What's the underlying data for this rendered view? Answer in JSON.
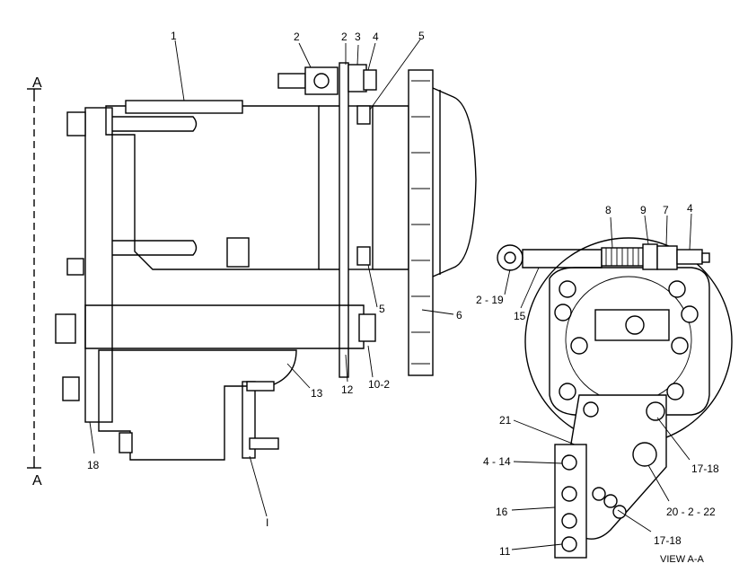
{
  "section_marks": {
    "top": "A",
    "bottom": "A"
  },
  "view_label": "VIEW  A-A",
  "callouts": [
    {
      "id": "c1",
      "text": "1"
    },
    {
      "id": "c2a",
      "text": "2"
    },
    {
      "id": "c2b",
      "text": "2"
    },
    {
      "id": "c3",
      "text": "3"
    },
    {
      "id": "c4a",
      "text": "4"
    },
    {
      "id": "c5a",
      "text": "5"
    },
    {
      "id": "c5b",
      "text": "5"
    },
    {
      "id": "c6",
      "text": "6"
    },
    {
      "id": "c10",
      "text": "10-2"
    },
    {
      "id": "c12",
      "text": "12"
    },
    {
      "id": "c13",
      "text": "13"
    },
    {
      "id": "c18",
      "text": "18"
    },
    {
      "id": "cI",
      "text": "I"
    },
    {
      "id": "c8",
      "text": "8"
    },
    {
      "id": "c9",
      "text": "9"
    },
    {
      "id": "c7",
      "text": "7"
    },
    {
      "id": "c4b",
      "text": "4"
    },
    {
      "id": "c219",
      "text": "2 - 19"
    },
    {
      "id": "c15",
      "text": "15"
    },
    {
      "id": "c21",
      "text": "21"
    },
    {
      "id": "c414",
      "text": "4 - 14"
    },
    {
      "id": "c16",
      "text": "16"
    },
    {
      "id": "c11",
      "text": "11"
    },
    {
      "id": "c1718a",
      "text": "17-18"
    },
    {
      "id": "c20",
      "text": "20 - 2 - 22"
    },
    {
      "id": "c1718b",
      "text": "17-18"
    }
  ]
}
